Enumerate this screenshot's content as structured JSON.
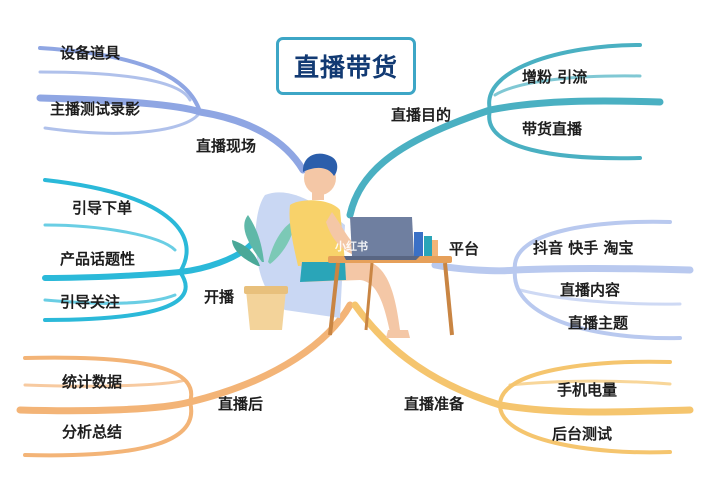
{
  "title": "直播带货",
  "branches": [
    {
      "id": "live-scene",
      "label": "直播现场",
      "color": "#8fa6e3",
      "children": [
        "设备道具",
        "主播测试录影"
      ]
    },
    {
      "id": "go-live",
      "label": "开播",
      "color": "#2bb9d9",
      "children": [
        "引导下单",
        "产品话题性",
        "引导关注"
      ]
    },
    {
      "id": "after-live",
      "label": "直播后",
      "color": "#f3b477",
      "children": [
        "统计数据",
        "分析总结"
      ]
    },
    {
      "id": "live-goal",
      "label": "直播目的",
      "color": "#4ab0c2",
      "children": [
        "增粉  引流",
        "带货直播"
      ]
    },
    {
      "id": "platform",
      "label": "平台",
      "color": "#b9c9ef",
      "children": [
        "抖音  快手  淘宝",
        "直播内容",
        "直播主题"
      ]
    },
    {
      "id": "live-prep",
      "label": "直播准备",
      "color": "#f5c56e",
      "children": [
        "手机电量",
        "后台测试"
      ]
    }
  ],
  "watermark": "小红书",
  "illustration": "person-with-laptop-at-desk"
}
